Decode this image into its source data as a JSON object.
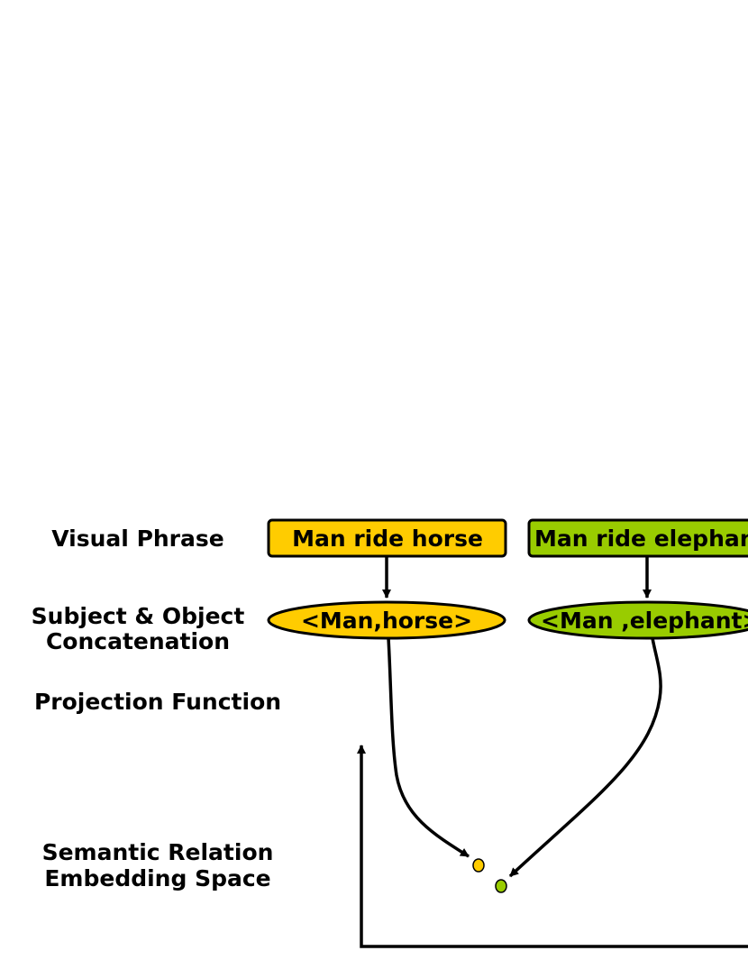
{
  "row_labels": {
    "visual_phrase": "Visual Phrase",
    "concat_line1": "Subject & Object",
    "concat_line2": "Concatenation",
    "projection": "Projection Function",
    "embedding_line1": "Semantic Relation",
    "embedding_line2": "Embedding Space"
  },
  "phrases": [
    {
      "text": "Man ride horse",
      "color": "#FFCC00"
    },
    {
      "text": "Man ride elephant",
      "color": "#99CC00"
    }
  ],
  "concatenations": [
    {
      "text": "<Man,horse>",
      "color": "#FFCC00"
    },
    {
      "text": "<Man ,elephant>",
      "color": "#99CC00"
    }
  ],
  "embedding_points": [
    {
      "name": "horse-point",
      "color": "#FFCC00"
    },
    {
      "name": "elephant-point",
      "color": "#99CC00"
    }
  ]
}
